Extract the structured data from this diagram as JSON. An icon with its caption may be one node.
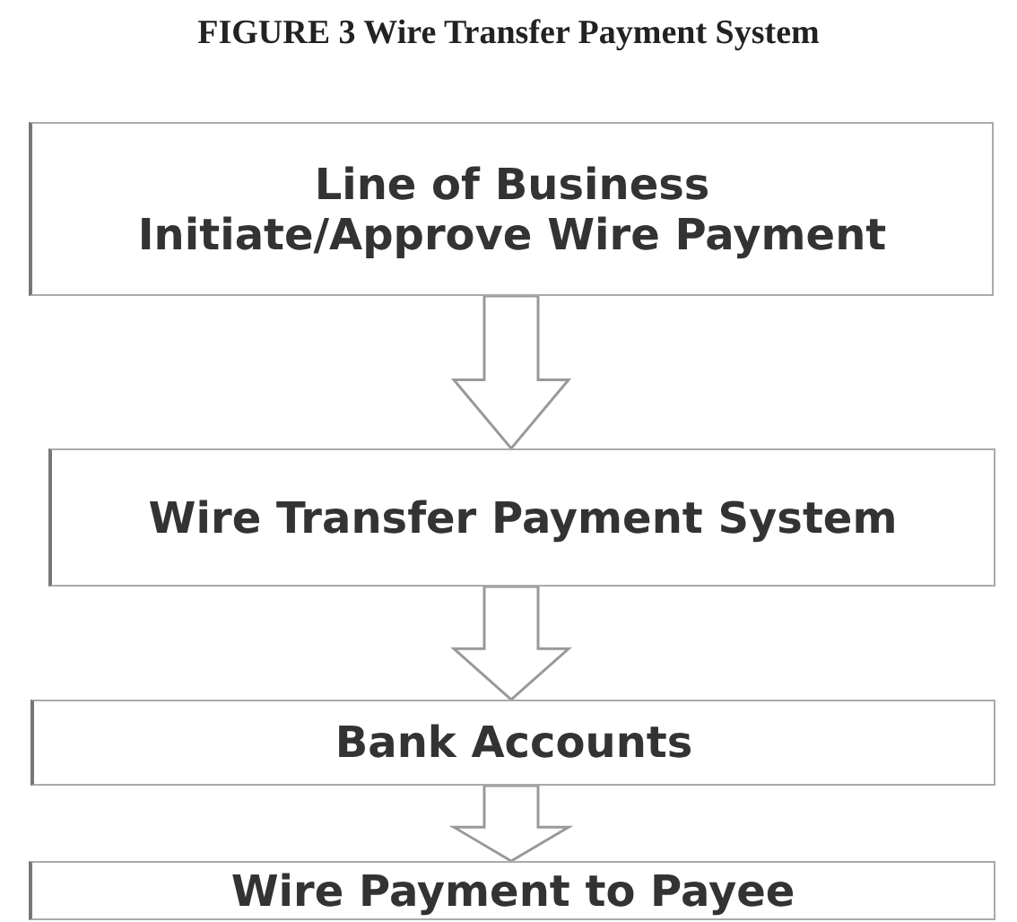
{
  "diagram": {
    "title": "FIGURE 3 Wire Transfer Payment System",
    "nodes": [
      {
        "text": [
          "Line of Business Initiate/Approve Wire Payment"
        ]
      },
      {
        "text": [
          "Wire Transfer Payment System"
        ]
      },
      {
        "text": [
          "Bank Accounts"
        ]
      },
      {
        "text": [
          "Wire Payment to Payee"
        ]
      }
    ],
    "edges": [
      {
        "from": 0,
        "to": 1,
        "arrow": "to"
      },
      {
        "from": 1,
        "to": 2,
        "arrow": "to"
      },
      {
        "from": 2,
        "to": 3,
        "arrow": "to"
      }
    ]
  }
}
